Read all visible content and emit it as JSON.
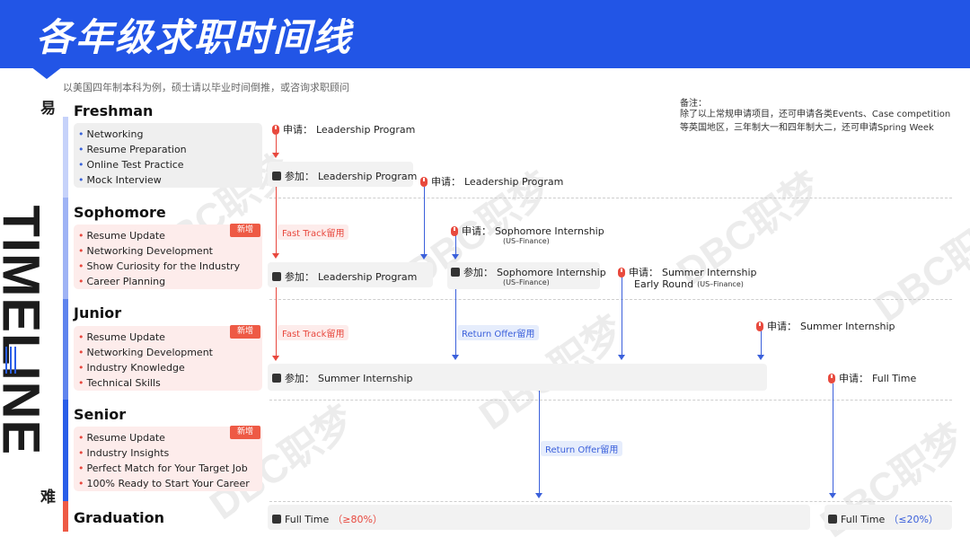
{
  "header": {
    "title": "各年级求职时间线"
  },
  "subtitle": "以美国四年制本科为例，硕士请以毕业时间倒推，或咨询求职顾问",
  "side": {
    "word": "TIMELINE",
    "easy": "易",
    "hard": "难"
  },
  "notes": {
    "title": "备注：",
    "body": "除了以上常规申请项目，还可申请各类Events、Case competition等英国地区，三年制大一和四年制大二，还可申请Spring Week"
  },
  "stages": {
    "freshman": {
      "title": "Freshman",
      "items": [
        "Networking",
        "Resume Preparation",
        "Online Test Practice",
        "Mock Interview"
      ]
    },
    "sophomore": {
      "title": "Sophomore",
      "badge": "新增",
      "items": [
        "Resume Update",
        "Networking Development",
        "Show Curiosity for the Industry",
        "Career Planning"
      ]
    },
    "junior": {
      "title": "Junior",
      "badge": "新增",
      "items": [
        "Resume Update",
        "Networking Development",
        "Industry Knowledge",
        "Technical Skills"
      ]
    },
    "senior": {
      "title": "Senior",
      "badge": "新增",
      "items": [
        "Resume Update",
        "Industry Insights",
        "Perfect Match for Your Target Job",
        "100% Ready to Start Your Career"
      ]
    },
    "graduation": {
      "title": "Graduation"
    }
  },
  "events": {
    "apply_prefix": "申请：",
    "join_prefix": "参加：",
    "leadership": "Leadership Program",
    "soph_intern": "Sophomore Internship",
    "us_finance": "(US–Finance)",
    "summer_intern": "Summer Internship",
    "early_round": "Early Round",
    "full_time": "Full Time"
  },
  "tags": {
    "fast_track": "Fast Track留用",
    "return_offer": "Return Offer留用"
  },
  "graduation": {
    "left_label": "Full Time",
    "left_pct": "（≥80%）",
    "right_label": "Full Time",
    "right_pct": "（≤20%）"
  },
  "watermark": "DBC职梦",
  "colors": {
    "brand_blue": "#2255e6",
    "accent_red": "#e8483e",
    "accent_blue": "#3b60db"
  }
}
